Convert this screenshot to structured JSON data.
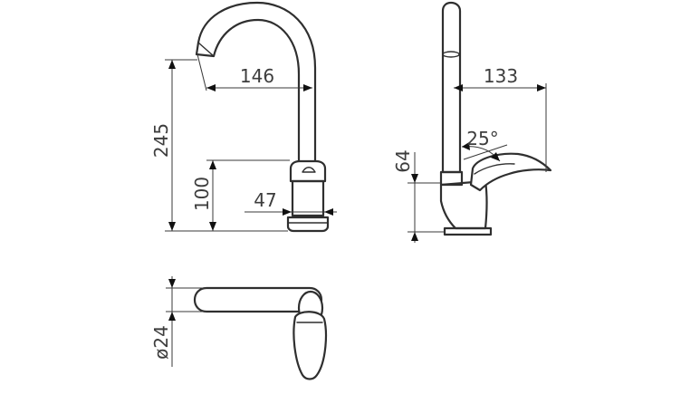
{
  "dimensions": {
    "spout_reach": "146",
    "total_height": "245",
    "handle_height": "100",
    "base_width": "47",
    "side_reach": "133",
    "lever_angle": "25°",
    "lever_height": "64",
    "base_diameter": "ø24"
  },
  "colors": {
    "line": "#2f2f2f",
    "dimension": "#3a3a3a",
    "background": "#ffffff"
  }
}
